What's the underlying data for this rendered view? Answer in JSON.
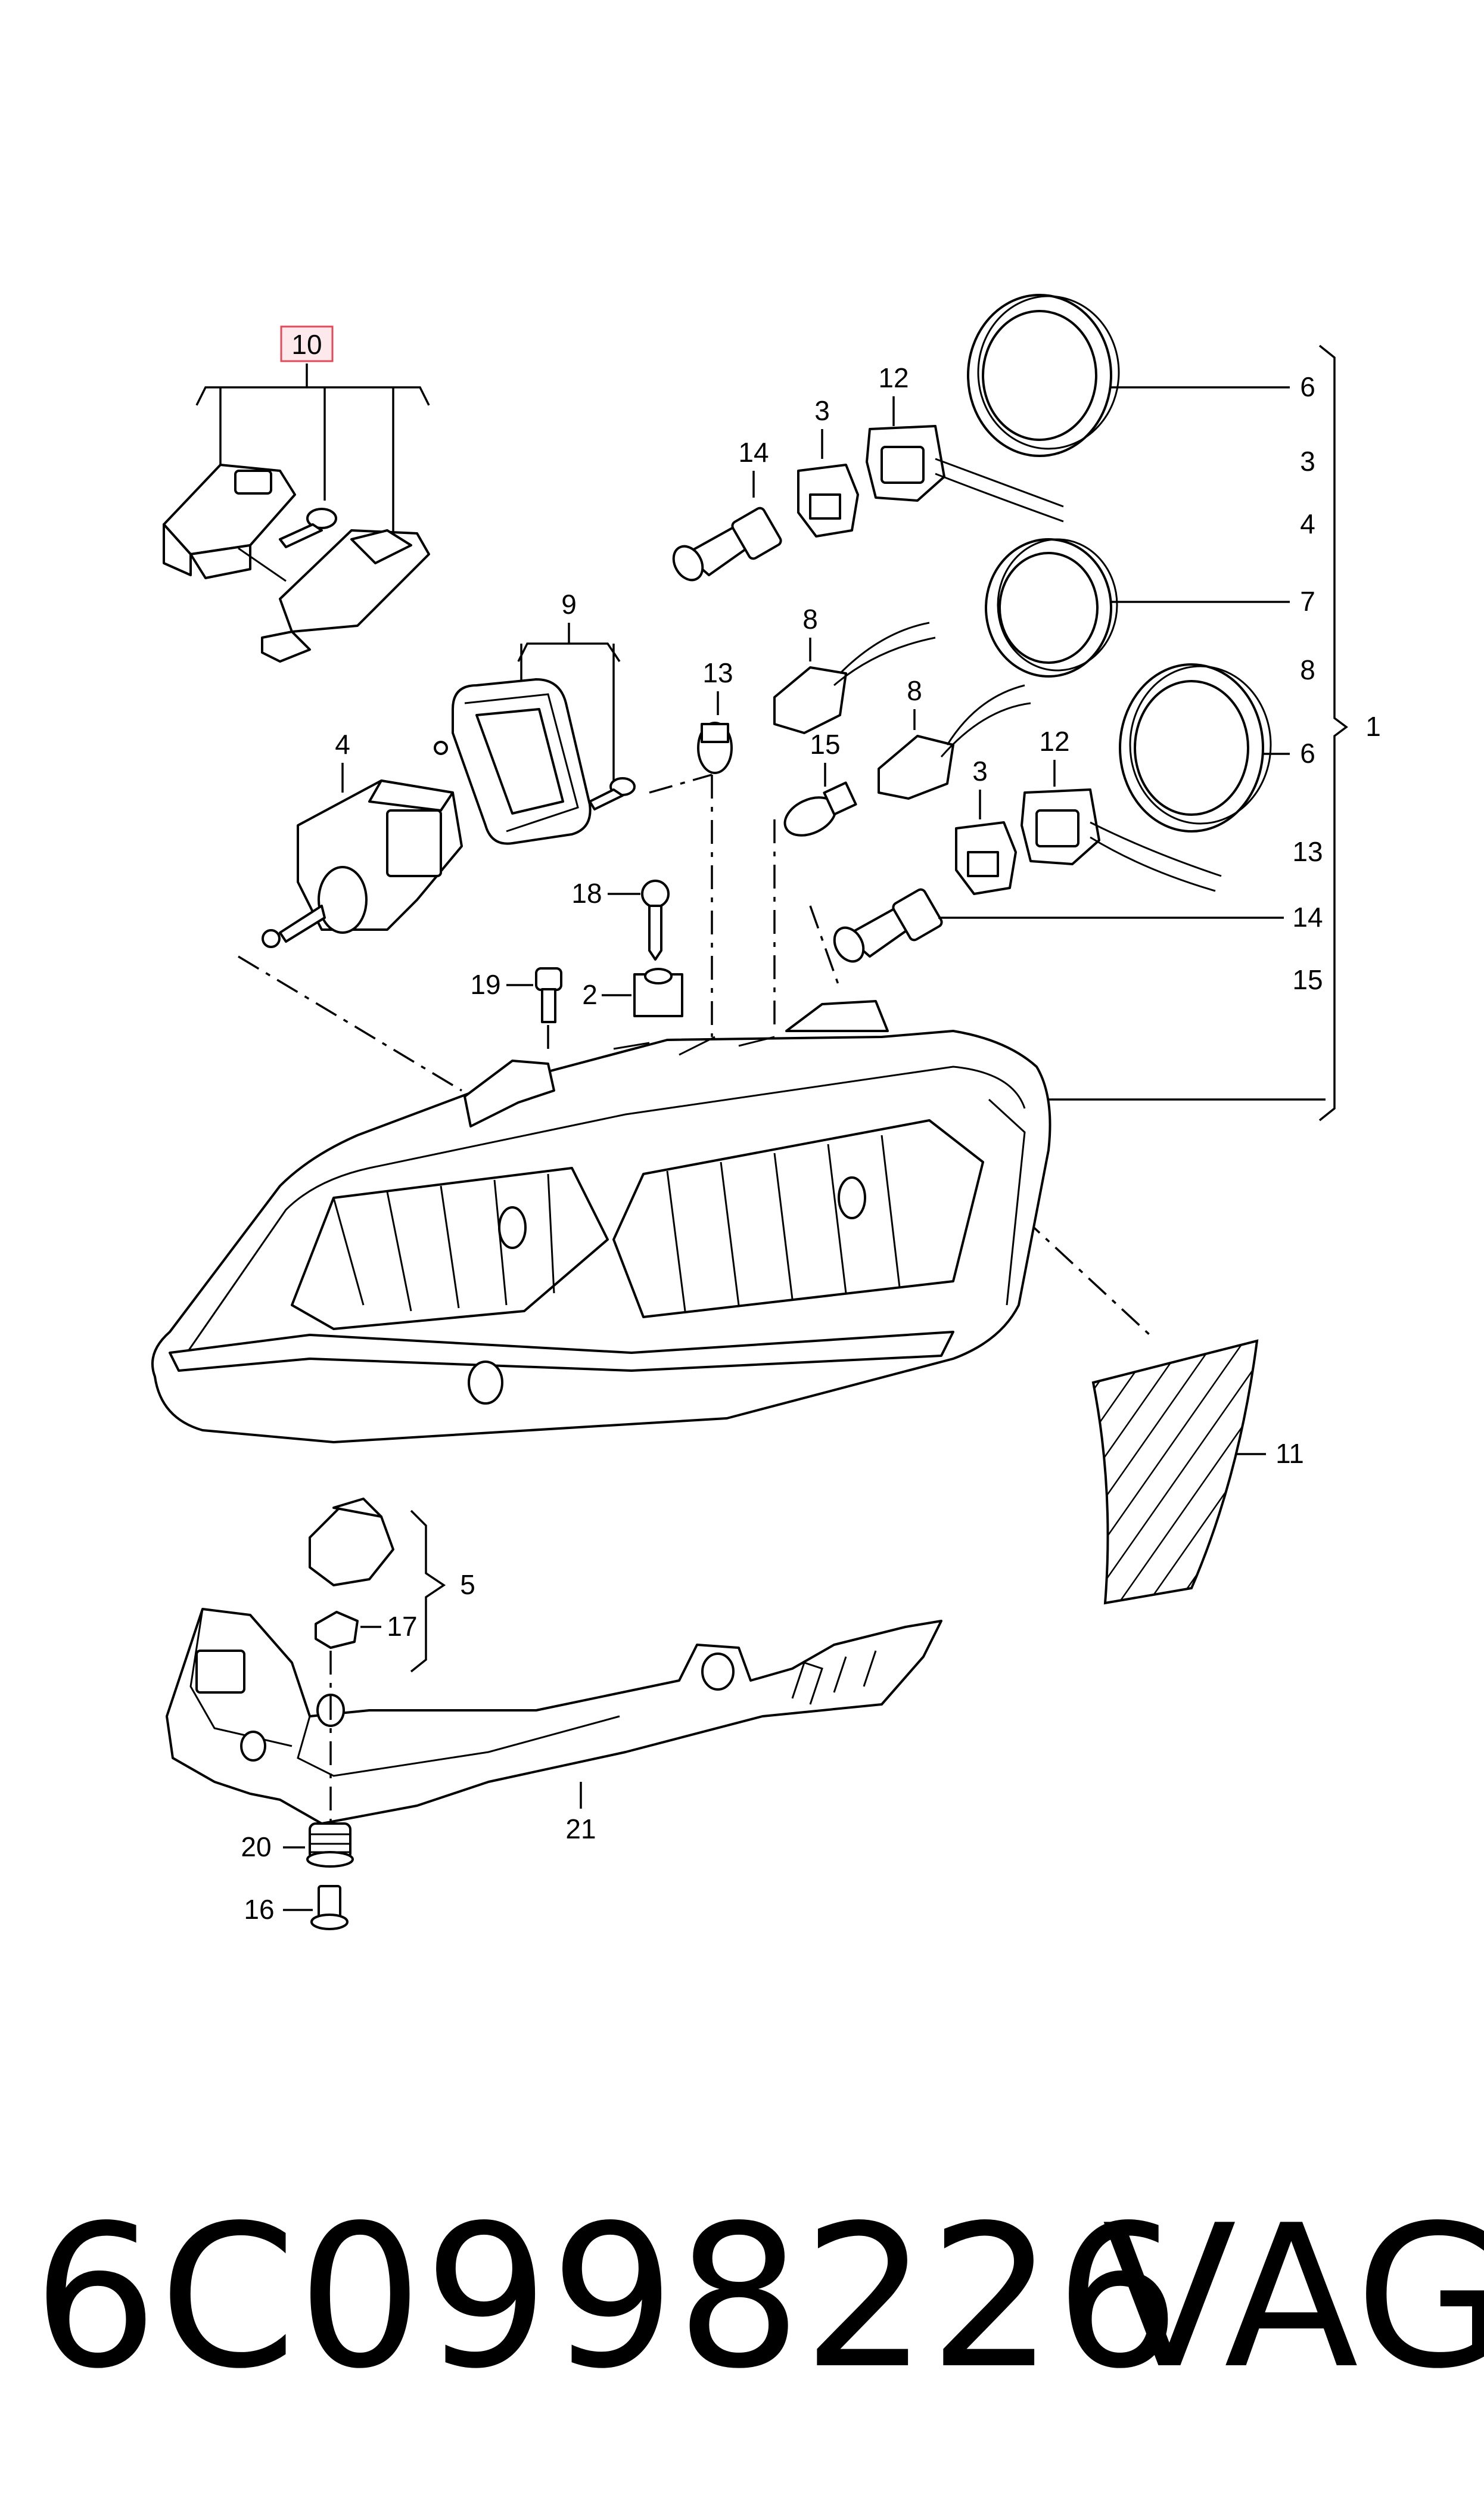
{
  "diagram": {
    "callouts": {
      "c10": "10",
      "c9": "9",
      "c4": "4",
      "c18": "18",
      "c19": "19",
      "c2": "2",
      "c14a": "14",
      "c3a": "3",
      "c12a": "12",
      "c6a": "6",
      "c3b": "3",
      "c4b": "4",
      "c7": "7",
      "c8r": "8",
      "c6b": "6",
      "c1": "1",
      "c13r": "13",
      "c14r": "14",
      "c15r": "15",
      "c13": "13",
      "c8a": "8",
      "c8b": "8",
      "c15": "15",
      "c12b": "12",
      "c3c": "3",
      "c11": "11",
      "c5": "5",
      "c17": "17",
      "c20": "20",
      "c16": "16",
      "c21": "21"
    },
    "highlight_color": "#e04a5a"
  },
  "footer": {
    "part_number": "6C0998226",
    "brand": "VAG"
  }
}
